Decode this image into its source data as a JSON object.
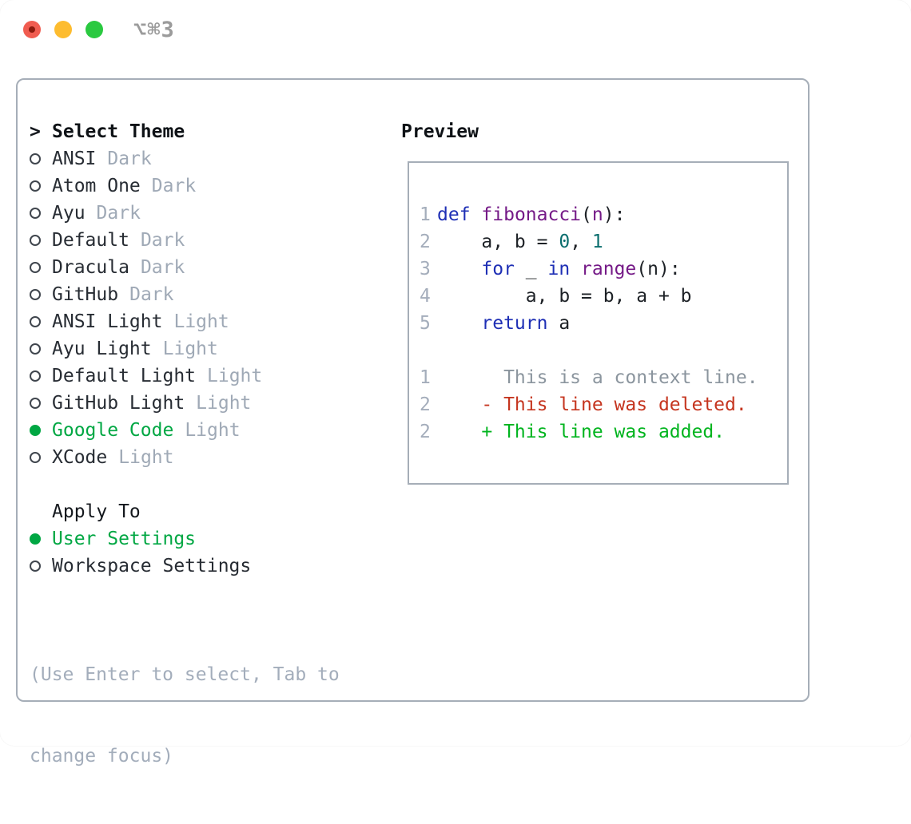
{
  "window": {
    "shortcut_label": "⌥⌘3"
  },
  "colors": {
    "traffic": {
      "close": "#f05c50",
      "close_dot": "#8c1a0d",
      "minimize": "#fdbc2f",
      "maximize": "#2ac940"
    },
    "ui": {
      "selected_green": "#00a743",
      "text_dark": "#272c33",
      "heading": "#0e1216",
      "muted_suffix": "#9fa9b6",
      "hint": "#a3adbb",
      "border": "#a6aeb8",
      "shortcut_gray": "#9b9b9b"
    },
    "code": {
      "plain": "#1d2126",
      "keyword": "#1e2fb5",
      "function": "#751a87",
      "literal": "#0b6e6e",
      "line_number": "#a4adbb"
    },
    "diff": {
      "context": "#8b959e",
      "deleted": "#c5351f",
      "added": "#00b41e"
    }
  },
  "theme_panel": {
    "prompt": ">",
    "heading": "Select Theme",
    "items": [
      {
        "name": "ANSI",
        "variant": "Dark",
        "selected": false
      },
      {
        "name": "Atom One",
        "variant": "Dark",
        "selected": false
      },
      {
        "name": "Ayu",
        "variant": "Dark",
        "selected": false
      },
      {
        "name": "Default",
        "variant": "Dark",
        "selected": false
      },
      {
        "name": "Dracula",
        "variant": "Dark",
        "selected": false
      },
      {
        "name": "GitHub",
        "variant": "Dark",
        "selected": false
      },
      {
        "name": "ANSI Light",
        "variant": "Light",
        "selected": false
      },
      {
        "name": "Ayu Light",
        "variant": "Light",
        "selected": false
      },
      {
        "name": "Default Light",
        "variant": "Light",
        "selected": false
      },
      {
        "name": "GitHub Light",
        "variant": "Light",
        "selected": false
      },
      {
        "name": "Google Code",
        "variant": "Light",
        "selected": true
      },
      {
        "name": "XCode",
        "variant": "Light",
        "selected": false
      }
    ],
    "apply_heading": "Apply To",
    "apply_items": [
      {
        "name": "User Settings",
        "selected": true
      },
      {
        "name": "Workspace Settings",
        "selected": false
      }
    ],
    "hint_lines": [
      "(Use Enter to select, Tab to",
      "change focus)"
    ]
  },
  "preview": {
    "title": "Preview",
    "code_lines": [
      {
        "num": "1",
        "segments": [
          {
            "text": "def",
            "color": "keyword"
          },
          {
            "text": " ",
            "color": "plain"
          },
          {
            "text": "fibonacci",
            "color": "function"
          },
          {
            "text": "(",
            "color": "plain"
          },
          {
            "text": "n",
            "color": "function"
          },
          {
            "text": "):",
            "color": "plain"
          }
        ]
      },
      {
        "num": "2",
        "segments": [
          {
            "text": "    a, b = ",
            "color": "plain"
          },
          {
            "text": "0",
            "color": "literal"
          },
          {
            "text": ", ",
            "color": "plain"
          },
          {
            "text": "1",
            "color": "literal"
          }
        ]
      },
      {
        "num": "3",
        "segments": [
          {
            "text": "    ",
            "color": "plain"
          },
          {
            "text": "for",
            "color": "keyword"
          },
          {
            "text": " _ ",
            "color": "plain"
          },
          {
            "text": "in",
            "color": "keyword"
          },
          {
            "text": " ",
            "color": "plain"
          },
          {
            "text": "range",
            "color": "function"
          },
          {
            "text": "(n):",
            "color": "plain"
          }
        ]
      },
      {
        "num": "4",
        "segments": [
          {
            "text": "        a, b = b, a + b",
            "color": "plain"
          }
        ]
      },
      {
        "num": "5",
        "segments": [
          {
            "text": "    ",
            "color": "plain"
          },
          {
            "text": "return",
            "color": "keyword"
          },
          {
            "text": " a",
            "color": "plain"
          }
        ]
      }
    ],
    "diff_lines": [
      {
        "num": "1",
        "text": "      This is a context line.",
        "kind": "context"
      },
      {
        "num": "2",
        "text": "    - This line was deleted.",
        "kind": "deleted"
      },
      {
        "num": "2",
        "text": "    + This line was added.",
        "kind": "added"
      }
    ]
  }
}
